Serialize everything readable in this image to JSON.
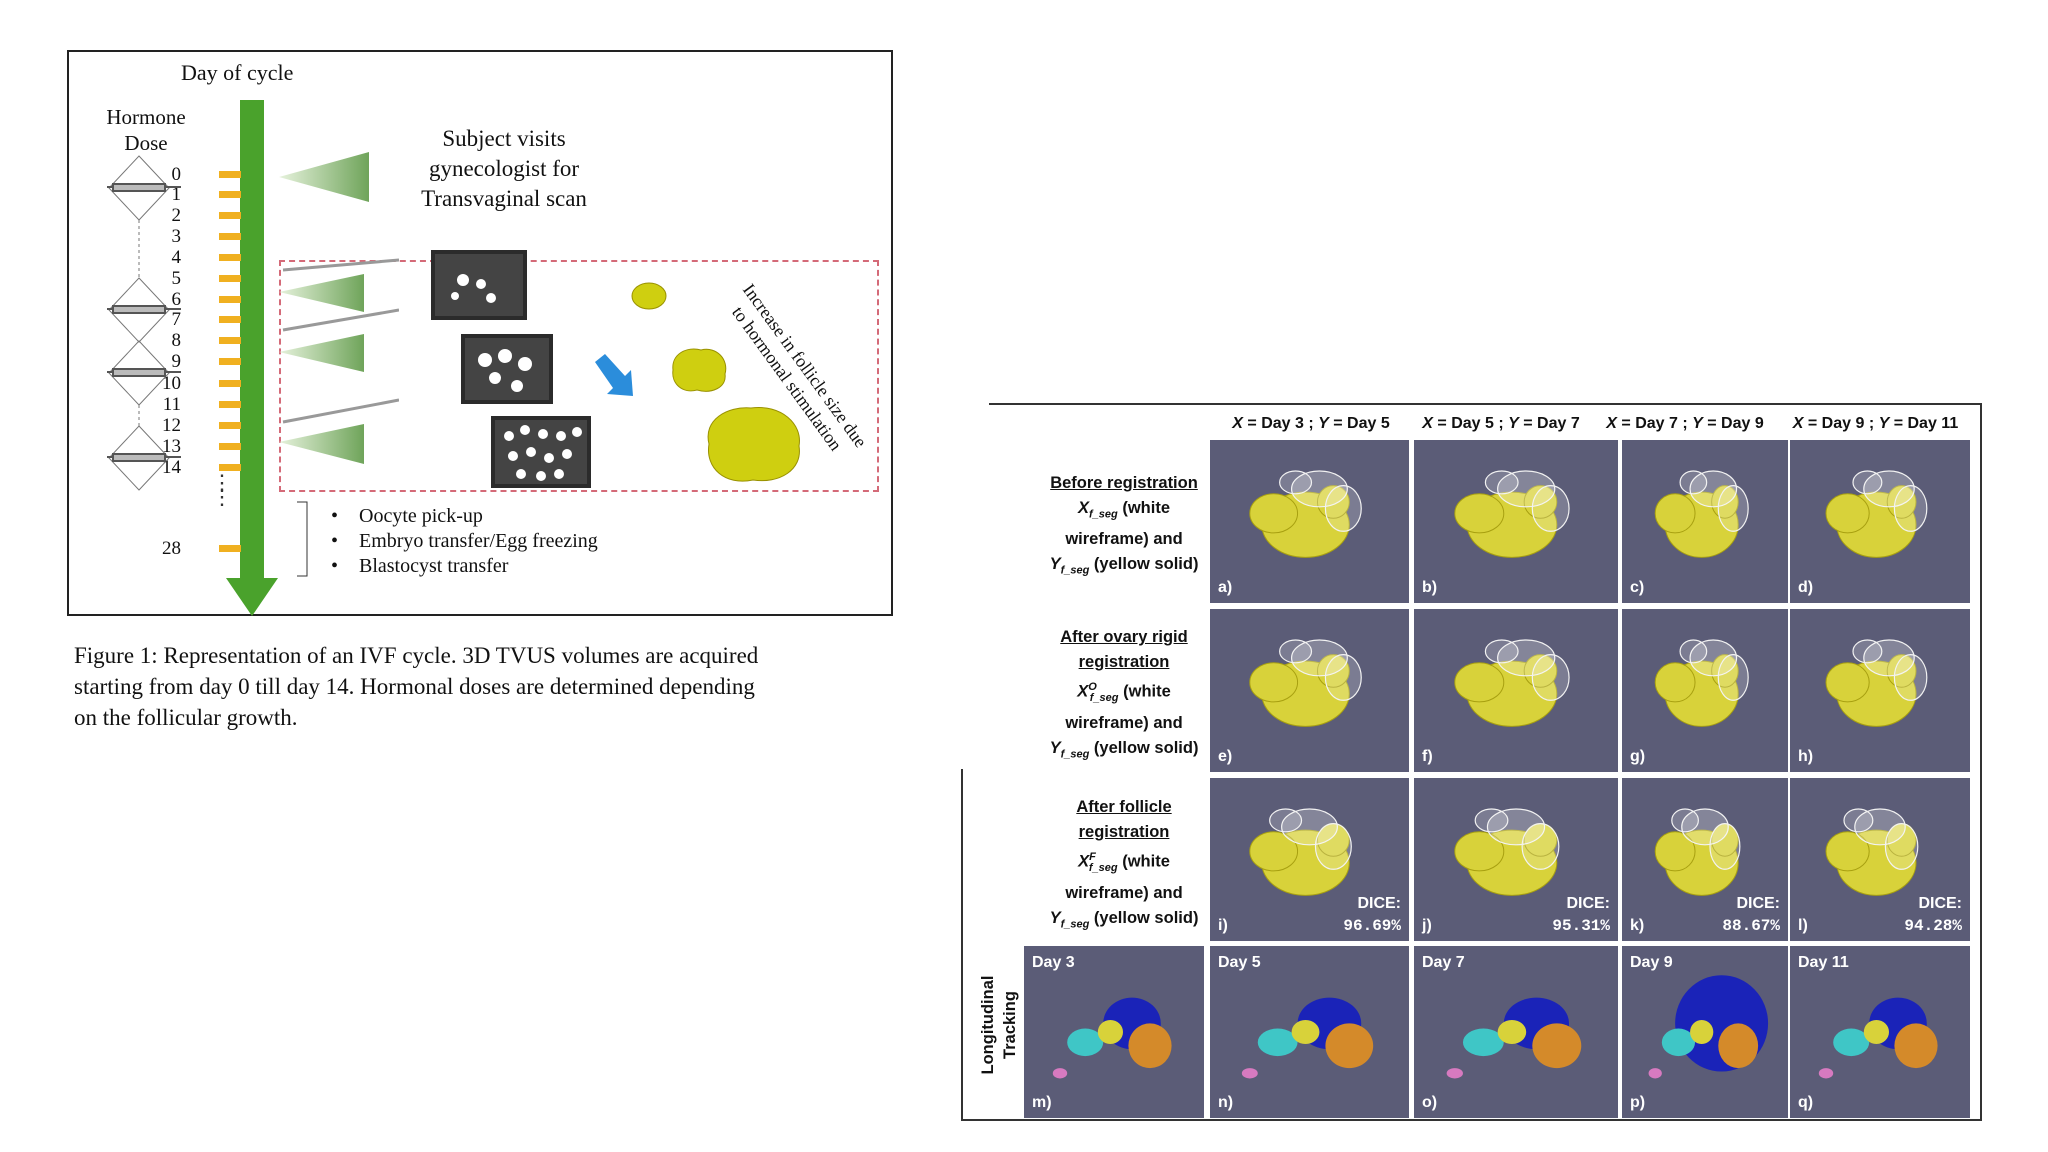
{
  "figure1": {
    "title_day": "Day of cycle",
    "title_hormone_1": "Hormone",
    "title_hormone_2": "Dose",
    "days": [
      "0",
      "1",
      "2",
      "3",
      "4",
      "5",
      "6",
      "7",
      "8",
      "9",
      "10",
      "11",
      "12",
      "13",
      "14",
      "28"
    ],
    "visit_1": "Subject visits",
    "visit_2": "gynecologist for",
    "visit_3": "Transvaginal scan",
    "growth_1": "Increase in follicle size due",
    "growth_2": "to hormonal stimulation",
    "bullets": [
      "Oocyte pick-up",
      "Embryo transfer/Egg freezing",
      "Blastocyst transfer"
    ],
    "dots": "⋮",
    "caption_1": "Figure 1: Representation of an IVF cycle. 3D TVUS volumes are acquired",
    "caption_2": "starting from day 0 till day 14. Hormonal doses are determined depending",
    "caption_3": "on the follicular growth."
  },
  "figure2": {
    "columns": [
      {
        "x": "X",
        "xd": " = Day 3 ; ",
        "y": "Y",
        "yd": " = Day 5"
      },
      {
        "x": "X",
        "xd": " = Day 5 ; ",
        "y": "Y",
        "yd": " = Day 7"
      },
      {
        "x": "X",
        "xd": " = Day 7 ; ",
        "y": "Y",
        "yd": " = Day 9"
      },
      {
        "x": "X",
        "xd": " = Day 9 ; ",
        "y": "Y",
        "yd": " = Day 11"
      }
    ],
    "row1": {
      "title": "Before registration",
      "l2": "(white",
      "l3": "wireframe) and",
      "l4": "(yellow solid)"
    },
    "row2": {
      "title_1": "After ovary rigid",
      "title_2": "registration",
      "l2": "(white",
      "l3": "wireframe) and",
      "l4": "(yellow solid)"
    },
    "row3": {
      "title_1": "After follicle",
      "title_2": "registration",
      "l2": "(white",
      "l3": "wireframe) and",
      "l4": "(yellow solid)"
    },
    "row4_title_1": "Longitudinal",
    "row4_title_2": "Tracking",
    "sym": {
      "X": "X",
      "Y": "Y",
      "sub": "f_seg",
      "supO": "O",
      "supF": "F"
    },
    "panel_labels": [
      "a)",
      "b)",
      "c)",
      "d)",
      "e)",
      "f)",
      "g)",
      "h)",
      "i)",
      "j)",
      "k)",
      "l)",
      "m)",
      "n)",
      "o)",
      "p)",
      "q)"
    ],
    "dice_label": "DICE:",
    "dice_values": [
      "96.69%",
      "95.31%",
      "88.67%",
      "94.28%"
    ],
    "days": [
      "Day 3",
      "Day 5",
      "Day 7",
      "Day 9",
      "Day 11"
    ],
    "colors": {
      "panel_bg": "#5b5c77",
      "yellow": "#d8d23a",
      "blue": "#1a23b8",
      "orange": "#d48a2a",
      "cyan": "#3fc6c6",
      "pink": "#d77ac0"
    }
  }
}
